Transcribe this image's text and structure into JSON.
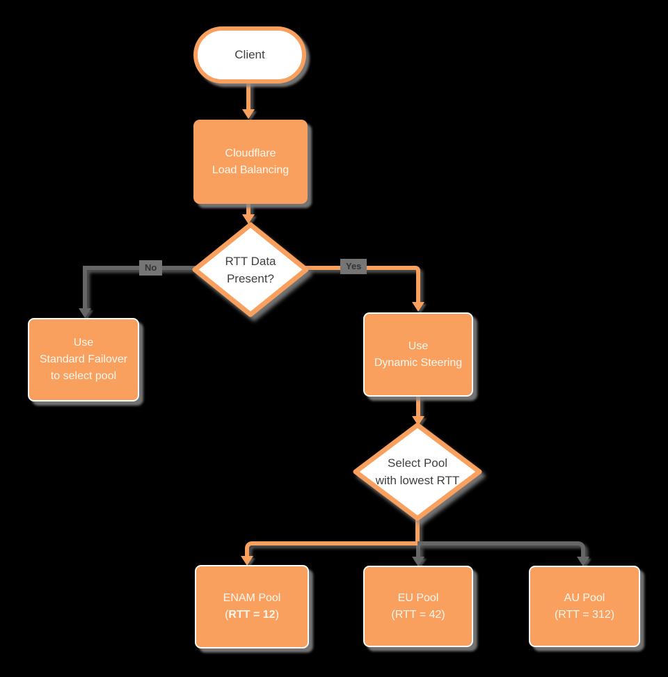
{
  "flowchart": {
    "title_hint": "Cloudflare Load Balancing decision flow",
    "colors": {
      "accent_orange": "#F9A05F",
      "line_gray": "#666666",
      "background": "#000000",
      "node_text_light": "#FFF7EF",
      "node_text_dark": "#3F3F3F"
    },
    "nodes": {
      "client": {
        "label": "Client"
      },
      "load_balancer": {
        "lines": [
          "Cloudflare",
          "Load Balancing"
        ]
      },
      "rtt_decision": {
        "lines": [
          "RTT Data",
          "Present?"
        ]
      },
      "standard_failover": {
        "lines": [
          "Use",
          "Standard Failover",
          "to select pool"
        ]
      },
      "dynamic_steering": {
        "lines": [
          "Use",
          "Dynamic Steering"
        ]
      },
      "pool_decision": {
        "lines": [
          "Select Pool",
          "with lowest RTT"
        ]
      },
      "pools": [
        {
          "name": "ENAM Pool",
          "rtt_prefix": "(",
          "rtt": "RTT = 12",
          "rtt_suffix": ")",
          "selected": true
        },
        {
          "name": "EU Pool",
          "rtt_prefix": "(",
          "rtt": "RTT = 42",
          "rtt_suffix": ")",
          "selected": false
        },
        {
          "name": "AU Pool",
          "rtt_prefix": "(",
          "rtt": "RTT = 312",
          "rtt_suffix": ")",
          "selected": false
        }
      ]
    },
    "edge_labels": {
      "no": "No",
      "yes": "Yes"
    }
  }
}
